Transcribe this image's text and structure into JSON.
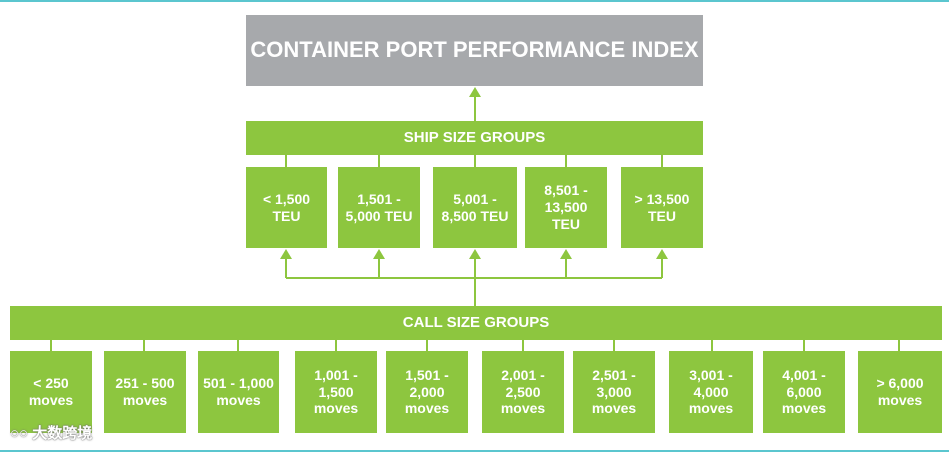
{
  "title": "CONTAINER PORT PERFORMANCE INDEX",
  "ship_size": {
    "header": "SHIP SIZE GROUPS",
    "groups": [
      "< 1,500 TEU",
      "1,501 - 5,000 TEU",
      "5,001 - 8,500 TEU",
      "8,501 - 13,500 TEU",
      "> 13,500 TEU"
    ]
  },
  "call_size": {
    "header": "CALL SIZE GROUPS",
    "groups": [
      "< 250 moves",
      "251 - 500 moves",
      "501 - 1,000 moves",
      "1,001 - 1,500 moves",
      "1,501 - 2,000 moves",
      "2,001 - 2,500 moves",
      "2,501 - 3,000 moves",
      "3,001 - 4,000 moves",
      "4,001 - 6,000 moves",
      "> 6,000 moves"
    ]
  },
  "watermark": "大数跨境",
  "colors": {
    "title_bg": "#a7a9ac",
    "box_bg": "#8dc63f",
    "text": "#ffffff",
    "rule": "#5bc6cf"
  }
}
